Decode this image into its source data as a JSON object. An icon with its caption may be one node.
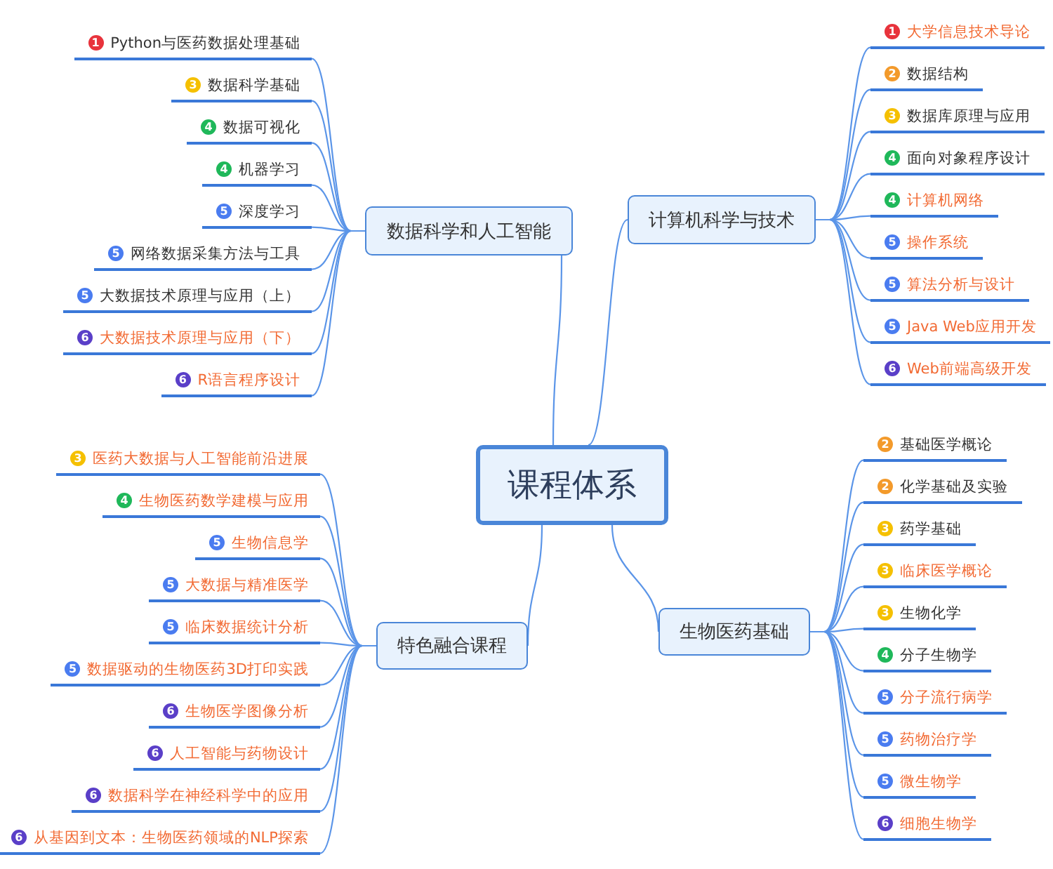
{
  "diagram": {
    "nodes": [
      {
        "text": [
          "课程体系"
        ]
      },
      {
        "text": [
          "数据科学和人工智能"
        ]
      },
      {
        "text": [
          "1",
          "Python与医药数据处理基础"
        ]
      },
      {
        "text": [
          "3",
          "数据科学基础"
        ]
      },
      {
        "text": [
          "4",
          "数据可视化"
        ]
      },
      {
        "text": [
          "4",
          "机器学习"
        ]
      },
      {
        "text": [
          "5",
          "深度学习"
        ]
      },
      {
        "text": [
          "5",
          "网络数据采集方法与工具"
        ]
      },
      {
        "text": [
          "5",
          "大数据技术原理与应用（上）"
        ]
      },
      {
        "text": [
          "6",
          "大数据技术原理与应用（下）"
        ]
      },
      {
        "text": [
          "6",
          "R语言程序设计"
        ]
      },
      {
        "text": [
          "计算机科学与技术"
        ]
      },
      {
        "text": [
          "1",
          "大学信息技术导论"
        ]
      },
      {
        "text": [
          "2",
          "数据结构"
        ]
      },
      {
        "text": [
          "3",
          "数据库原理与应用"
        ]
      },
      {
        "text": [
          "4",
          "面向对象程序设计"
        ]
      },
      {
        "text": [
          "4",
          "计算机网络"
        ]
      },
      {
        "text": [
          "5",
          "操作系统"
        ]
      },
      {
        "text": [
          "5",
          "算法分析与设计"
        ]
      },
      {
        "text": [
          "5",
          "Java Web应用开发"
        ]
      },
      {
        "text": [
          "6",
          "Web前端高级开发"
        ]
      },
      {
        "text": [
          "特色融合课程"
        ]
      },
      {
        "text": [
          "3",
          "医药大数据与人工智能前沿进展"
        ]
      },
      {
        "text": [
          "4",
          "生物医药数学建模与应用"
        ]
      },
      {
        "text": [
          "5",
          "生物信息学"
        ]
      },
      {
        "text": [
          "5",
          "大数据与精准医学"
        ]
      },
      {
        "text": [
          "5",
          "临床数据统计分析"
        ]
      },
      {
        "text": [
          "5",
          "数据驱动的生物医药3D打印实践"
        ]
      },
      {
        "text": [
          "6",
          "生物医学图像分析"
        ]
      },
      {
        "text": [
          "6",
          "人工智能与药物设计"
        ]
      },
      {
        "text": [
          "6",
          "数据科学在神经科学中的应用"
        ]
      },
      {
        "text": [
          "6",
          "从基因到文本：生物医药领域的NLP探索"
        ]
      },
      {
        "text": [
          "生物医药基础"
        ]
      },
      {
        "text": [
          "2",
          "基础医学概论"
        ]
      },
      {
        "text": [
          "2",
          "化学基础及实验"
        ]
      },
      {
        "text": [
          "3",
          "药学基础"
        ]
      },
      {
        "text": [
          "3",
          "临床医学概论"
        ]
      },
      {
        "text": [
          "3",
          "生物化学"
        ]
      },
      {
        "text": [
          "4",
          "分子生物学"
        ]
      },
      {
        "text": [
          "5",
          "分子流行病学"
        ]
      },
      {
        "text": [
          "5",
          "药物治疗学"
        ]
      },
      {
        "text": [
          "5",
          "微生物学"
        ]
      },
      {
        "text": [
          "6",
          "细胞生物学"
        ]
      }
    ],
    "edges": [
      {
        "from": 0,
        "to": 1,
        "arrow": "none"
      },
      {
        "from": 0,
        "to": 11,
        "arrow": "none"
      },
      {
        "from": 0,
        "to": 21,
        "arrow": "none"
      },
      {
        "from": 0,
        "to": 32,
        "arrow": "none"
      },
      {
        "from": 1,
        "to": 2,
        "arrow": "none"
      },
      {
        "from": 1,
        "to": 3,
        "arrow": "none"
      },
      {
        "from": 1,
        "to": 4,
        "arrow": "none"
      },
      {
        "from": 1,
        "to": 5,
        "arrow": "none"
      },
      {
        "from": 1,
        "to": 6,
        "arrow": "none"
      },
      {
        "from": 1,
        "to": 7,
        "arrow": "none"
      },
      {
        "from": 1,
        "to": 8,
        "arrow": "none"
      },
      {
        "from": 1,
        "to": 9,
        "arrow": "none"
      },
      {
        "from": 1,
        "to": 10,
        "arrow": "none"
      },
      {
        "from": 11,
        "to": 12,
        "arrow": "none"
      },
      {
        "from": 11,
        "to": 13,
        "arrow": "none"
      },
      {
        "from": 11,
        "to": 14,
        "arrow": "none"
      },
      {
        "from": 11,
        "to": 15,
        "arrow": "none"
      },
      {
        "from": 11,
        "to": 16,
        "arrow": "none"
      },
      {
        "from": 11,
        "to": 17,
        "arrow": "none"
      },
      {
        "from": 11,
        "to": 18,
        "arrow": "none"
      },
      {
        "from": 11,
        "to": 19,
        "arrow": "none"
      },
      {
        "from": 11,
        "to": 20,
        "arrow": "none"
      },
      {
        "from": 21,
        "to": 22,
        "arrow": "none"
      },
      {
        "from": 21,
        "to": 23,
        "arrow": "none"
      },
      {
        "from": 21,
        "to": 24,
        "arrow": "none"
      },
      {
        "from": 21,
        "to": 25,
        "arrow": "none"
      },
      {
        "from": 21,
        "to": 26,
        "arrow": "none"
      },
      {
        "from": 21,
        "to": 27,
        "arrow": "none"
      },
      {
        "from": 21,
        "to": 28,
        "arrow": "none"
      },
      {
        "from": 21,
        "to": 29,
        "arrow": "none"
      },
      {
        "from": 21,
        "to": 30,
        "arrow": "none"
      },
      {
        "from": 21,
        "to": 31,
        "arrow": "none"
      },
      {
        "from": 32,
        "to": 33,
        "arrow": "none"
      },
      {
        "from": 32,
        "to": 34,
        "arrow": "none"
      },
      {
        "from": 32,
        "to": 35,
        "arrow": "none"
      },
      {
        "from": 32,
        "to": 36,
        "arrow": "none"
      },
      {
        "from": 32,
        "to": 37,
        "arrow": "none"
      },
      {
        "from": 32,
        "to": 38,
        "arrow": "none"
      },
      {
        "from": 32,
        "to": 39,
        "arrow": "none"
      },
      {
        "from": 32,
        "to": 40,
        "arrow": "none"
      },
      {
        "from": 32,
        "to": 41,
        "arrow": "none"
      },
      {
        "from": 32,
        "to": 42,
        "arrow": "none"
      }
    ]
  }
}
